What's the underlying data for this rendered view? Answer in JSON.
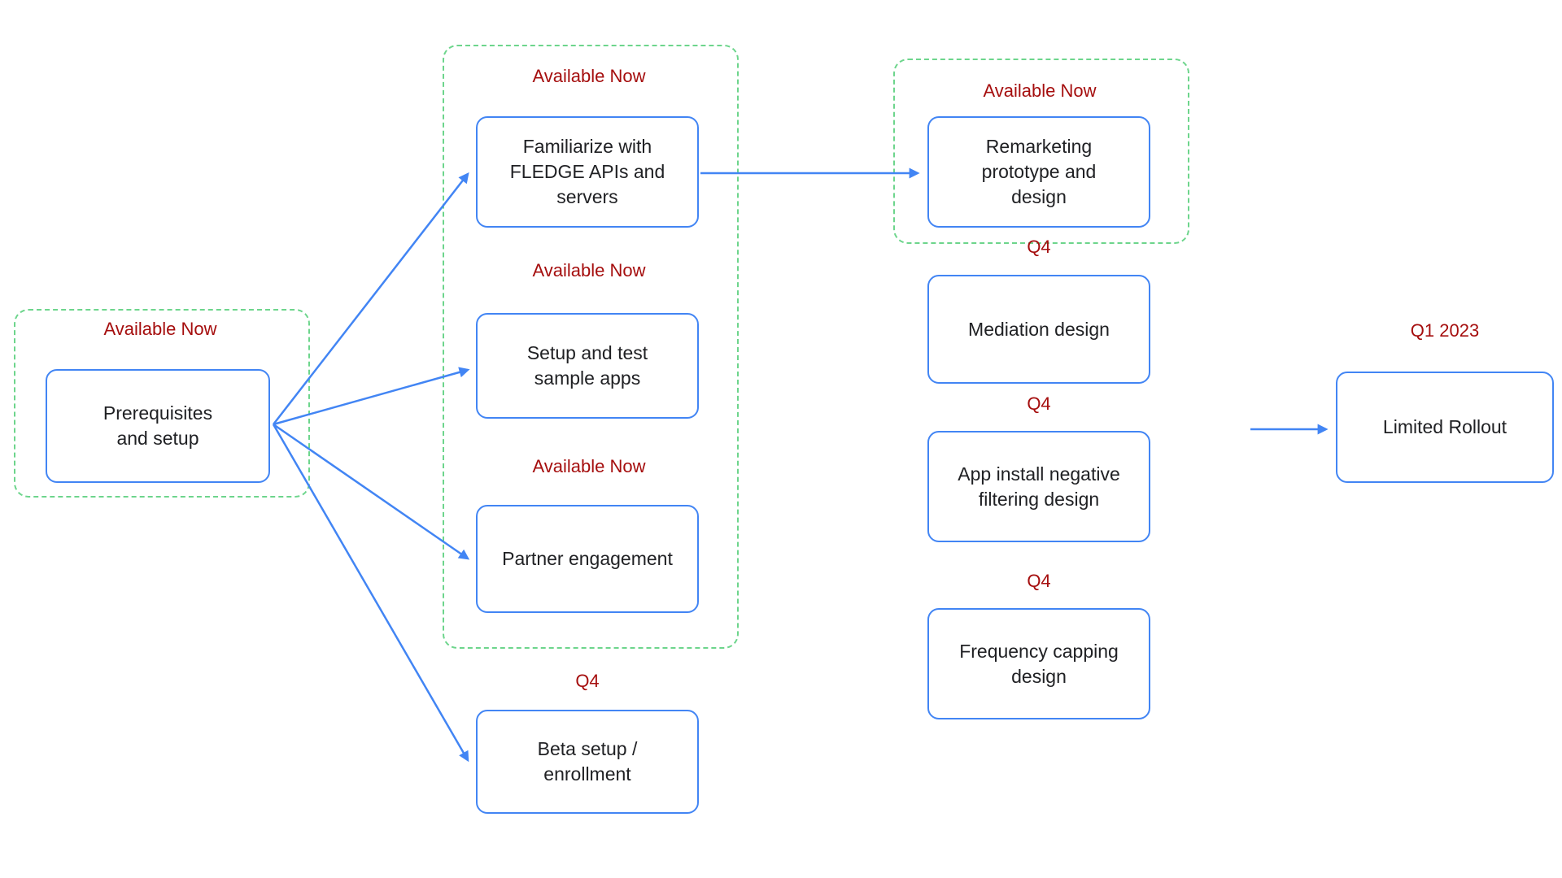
{
  "colors": {
    "node_border": "#4285f4",
    "arrow": "#4285f4",
    "group_border": "#6dd58c",
    "badge_text": "#a50e0e",
    "node_text": "#202124",
    "background": "#ffffff"
  },
  "badges": {
    "prerequisites": "Available Now",
    "familiarize": "Available Now",
    "setup_sample": "Available Now",
    "partner": "Available Now",
    "beta": "Q4",
    "remarketing": "Available Now",
    "mediation": "Q4",
    "app_install": "Q4",
    "frequency": "Q4",
    "rollout": "Q1 2023"
  },
  "nodes": {
    "prerequisites": "Prerequisites\nand setup",
    "familiarize": "Familiarize with\nFLEDGE APIs and\nservers",
    "setup_sample": "Setup and test\nsample apps",
    "partner": "Partner engagement",
    "beta": "Beta setup /\nenrollment",
    "remarketing": "Remarketing\nprototype and\ndesign",
    "mediation": "Mediation design",
    "app_install": "App install negative\nfiltering design",
    "frequency": "Frequency capping\ndesign",
    "rollout": "Limited Rollout"
  },
  "edges": [
    {
      "from": "prerequisites",
      "to": "familiarize"
    },
    {
      "from": "prerequisites",
      "to": "setup_sample"
    },
    {
      "from": "prerequisites",
      "to": "partner"
    },
    {
      "from": "prerequisites",
      "to": "beta"
    },
    {
      "from": "familiarize",
      "to": "remarketing"
    },
    {
      "from": null,
      "to": "rollout"
    }
  ]
}
